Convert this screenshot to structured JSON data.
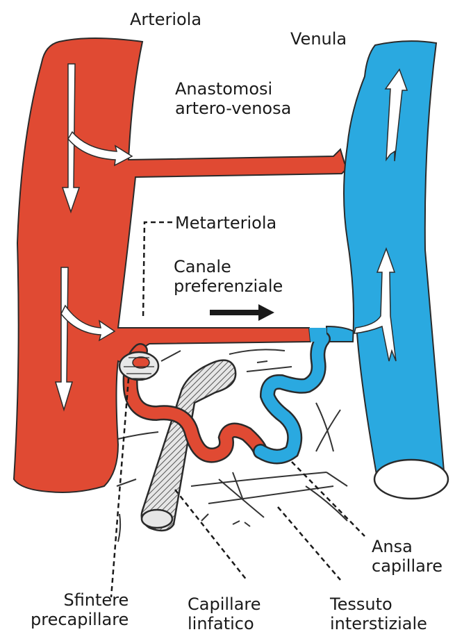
{
  "colors": {
    "artery": "#e04a33",
    "vein": "#2aa9e0",
    "outline": "#2a2a2a",
    "arrow": "#ffffff",
    "lymph": "#cfcfcf",
    "flow_arrow": "#1a1a1a"
  },
  "labels": {
    "arteriola": "Arteriola",
    "venula": "Venula",
    "anastomosi_line1": "Anastomosi",
    "anastomosi_line2": "artero-venosa",
    "metarteriola": "Metarteriola",
    "canale_line1": "Canale",
    "canale_line2": "preferenziale",
    "ansa_line1": "Ansa",
    "ansa_line2": "capillare",
    "sfintere_line1": "Sfintere",
    "sfintere_line2": "precapillare",
    "linfatico_line1": "Capillare",
    "linfatico_line2": "linfatico",
    "tessuto_line1": "Tessuto",
    "tessuto_line2": "interstiziale"
  }
}
